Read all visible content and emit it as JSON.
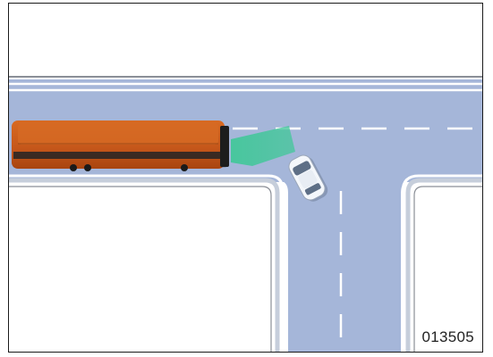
{
  "figure_code": "013505",
  "colors": {
    "road": "#a5b6d9",
    "road_marking": "#ffffff",
    "curb_line": "#c6cedb",
    "bus_body": "#c95a14",
    "bus_dark": "#8a3a0c",
    "bus_stripe": "#2a2a2a",
    "car_body": "#f4f7fb",
    "car_window": "#5e6f86",
    "sensor_beam": "#43c79a",
    "background": "#ffffff",
    "frame": "#1a1a1a"
  },
  "objects": {
    "vehicle_1": "bus",
    "vehicle_2": "car",
    "detection_zone": "sensor-beam"
  }
}
